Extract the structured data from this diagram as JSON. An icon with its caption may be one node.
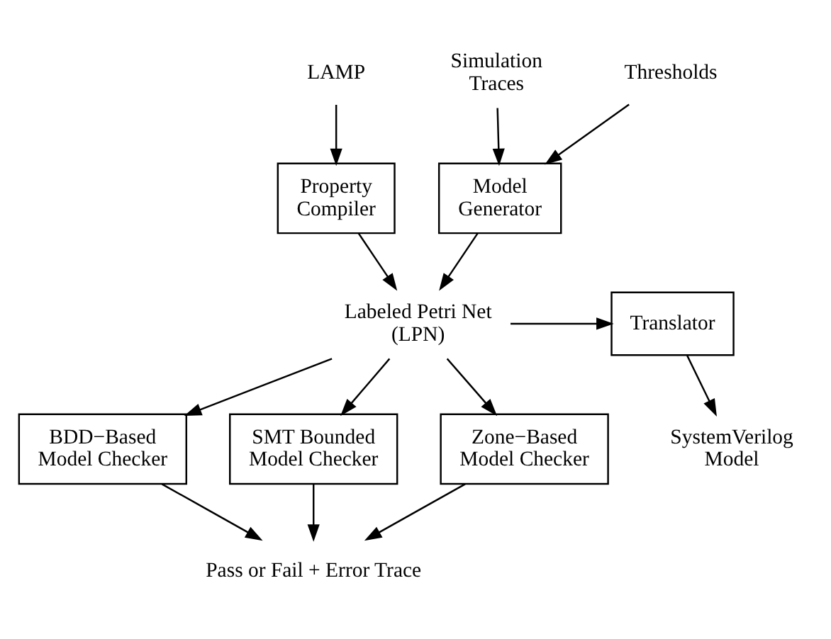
{
  "diagram": {
    "nodes": [
      {
        "text": [
          "LAMP"
        ]
      },
      {
        "text": [
          "Simulation Traces"
        ]
      },
      {
        "text": [
          "Thresholds"
        ]
      },
      {
        "text": [
          "Property Compiler"
        ]
      },
      {
        "text": [
          "Model Generator"
        ]
      },
      {
        "text": [
          "Labeled Petri Net (LPN)"
        ]
      },
      {
        "text": [
          "Translator"
        ]
      },
      {
        "text": [
          "SystemVerilog Model"
        ]
      },
      {
        "text": [
          "BDD−Based Model Checker"
        ]
      },
      {
        "text": [
          "SMT Bounded Model Checker"
        ]
      },
      {
        "text": [
          "Zone−Based Model Checker"
        ]
      },
      {
        "text": [
          "Pass or Fail + Error Trace"
        ]
      }
    ],
    "edges": [
      {
        "from": 0,
        "to": 3,
        "arrow": "to"
      },
      {
        "from": 1,
        "to": 4,
        "arrow": "to"
      },
      {
        "from": 2,
        "to": 4,
        "arrow": "to"
      },
      {
        "from": 3,
        "to": 5,
        "arrow": "to"
      },
      {
        "from": 4,
        "to": 5,
        "arrow": "to"
      },
      {
        "from": 5,
        "to": 6,
        "arrow": "to"
      },
      {
        "from": 6,
        "to": 7,
        "arrow": "to"
      },
      {
        "from": 5,
        "to": 8,
        "arrow": "to"
      },
      {
        "from": 5,
        "to": 9,
        "arrow": "to"
      },
      {
        "from": 5,
        "to": 10,
        "arrow": "to"
      },
      {
        "from": 8,
        "to": 11,
        "arrow": "to"
      },
      {
        "from": 9,
        "to": 11,
        "arrow": "to"
      },
      {
        "from": 10,
        "to": 11,
        "arrow": "to"
      }
    ]
  }
}
